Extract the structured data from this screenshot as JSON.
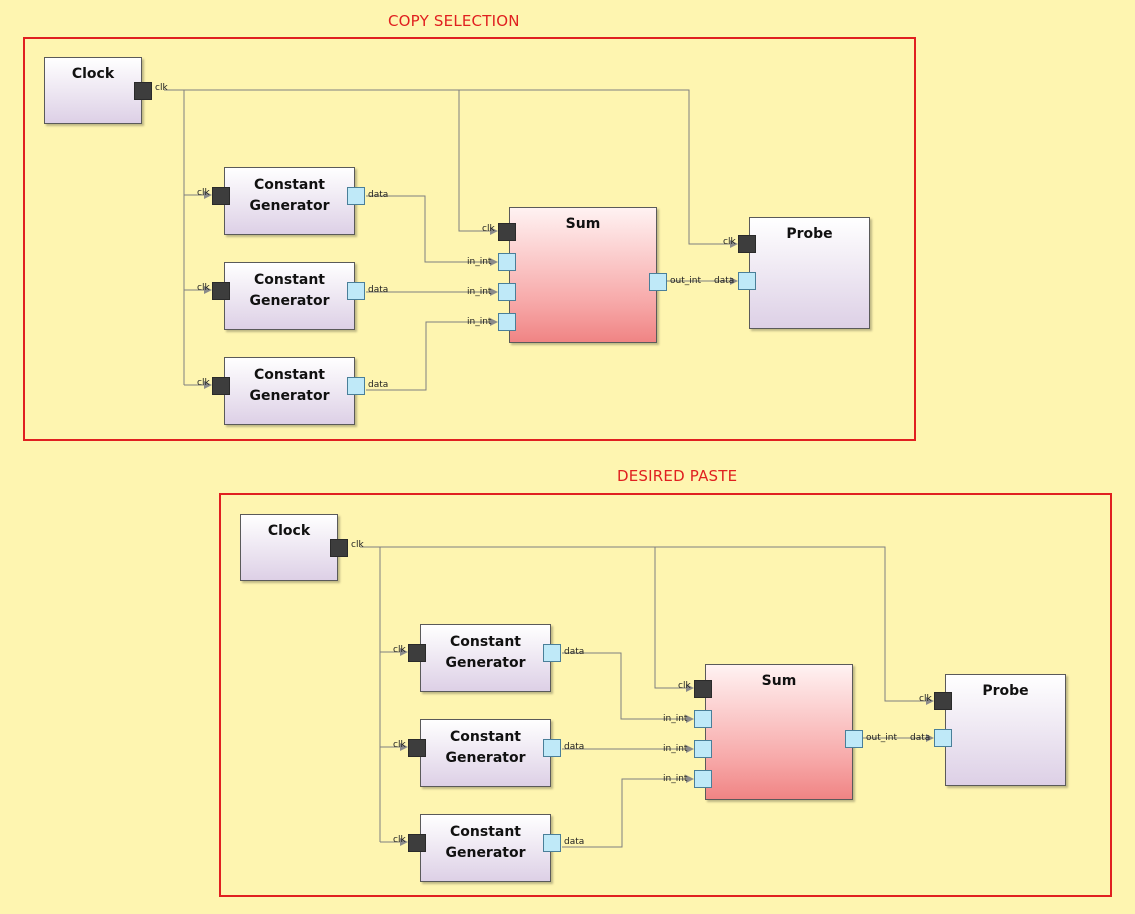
{
  "sections": [
    {
      "title": "COPY SELECTION",
      "clock": {
        "title": "Clock",
        "port": "clk"
      },
      "constant_generators": [
        {
          "title_line1": "Constant",
          "title_line2": "Generator",
          "in_port": "clk",
          "out_port": "data"
        },
        {
          "title_line1": "Constant",
          "title_line2": "Generator",
          "in_port": "clk",
          "out_port": "data"
        },
        {
          "title_line1": "Constant",
          "title_line2": "Generator",
          "in_port": "clk",
          "out_port": "data"
        }
      ],
      "sum": {
        "title": "Sum",
        "clk_port": "clk",
        "in_ports": [
          "in_int",
          "in_int",
          "in_int"
        ],
        "out_port": "out_int"
      },
      "probe": {
        "title": "Probe",
        "clk_port": "clk",
        "data_port": "data"
      }
    },
    {
      "title": "DESIRED PASTE",
      "clock": {
        "title": "Clock",
        "port": "clk"
      },
      "constant_generators": [
        {
          "title_line1": "Constant",
          "title_line2": "Generator",
          "in_port": "clk",
          "out_port": "data"
        },
        {
          "title_line1": "Constant",
          "title_line2": "Generator",
          "in_port": "clk",
          "out_port": "data"
        },
        {
          "title_line1": "Constant",
          "title_line2": "Generator",
          "in_port": "clk",
          "out_port": "data"
        }
      ],
      "sum": {
        "title": "Sum",
        "clk_port": "clk",
        "in_ports": [
          "in_int",
          "in_int",
          "in_int"
        ],
        "out_port": "out_int"
      },
      "probe": {
        "title": "Probe",
        "clk_port": "clk",
        "data_port": "data"
      }
    }
  ]
}
